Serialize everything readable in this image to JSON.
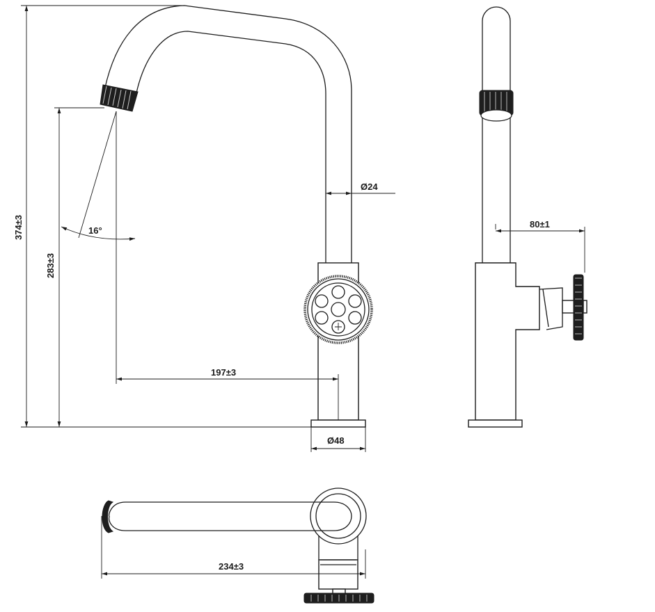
{
  "dimensions": {
    "total_height": "374±3",
    "spout_height": "283±3",
    "spout_reach": "197±3",
    "tube_diameter": "Ø24",
    "spray_angle": "16°",
    "side_offset": "80±1",
    "base_diameter": "Ø48",
    "top_length": "234±3"
  },
  "colors": {
    "line": "#1a1a1a",
    "knurl": "#1e1e1e",
    "background": "#ffffff"
  }
}
